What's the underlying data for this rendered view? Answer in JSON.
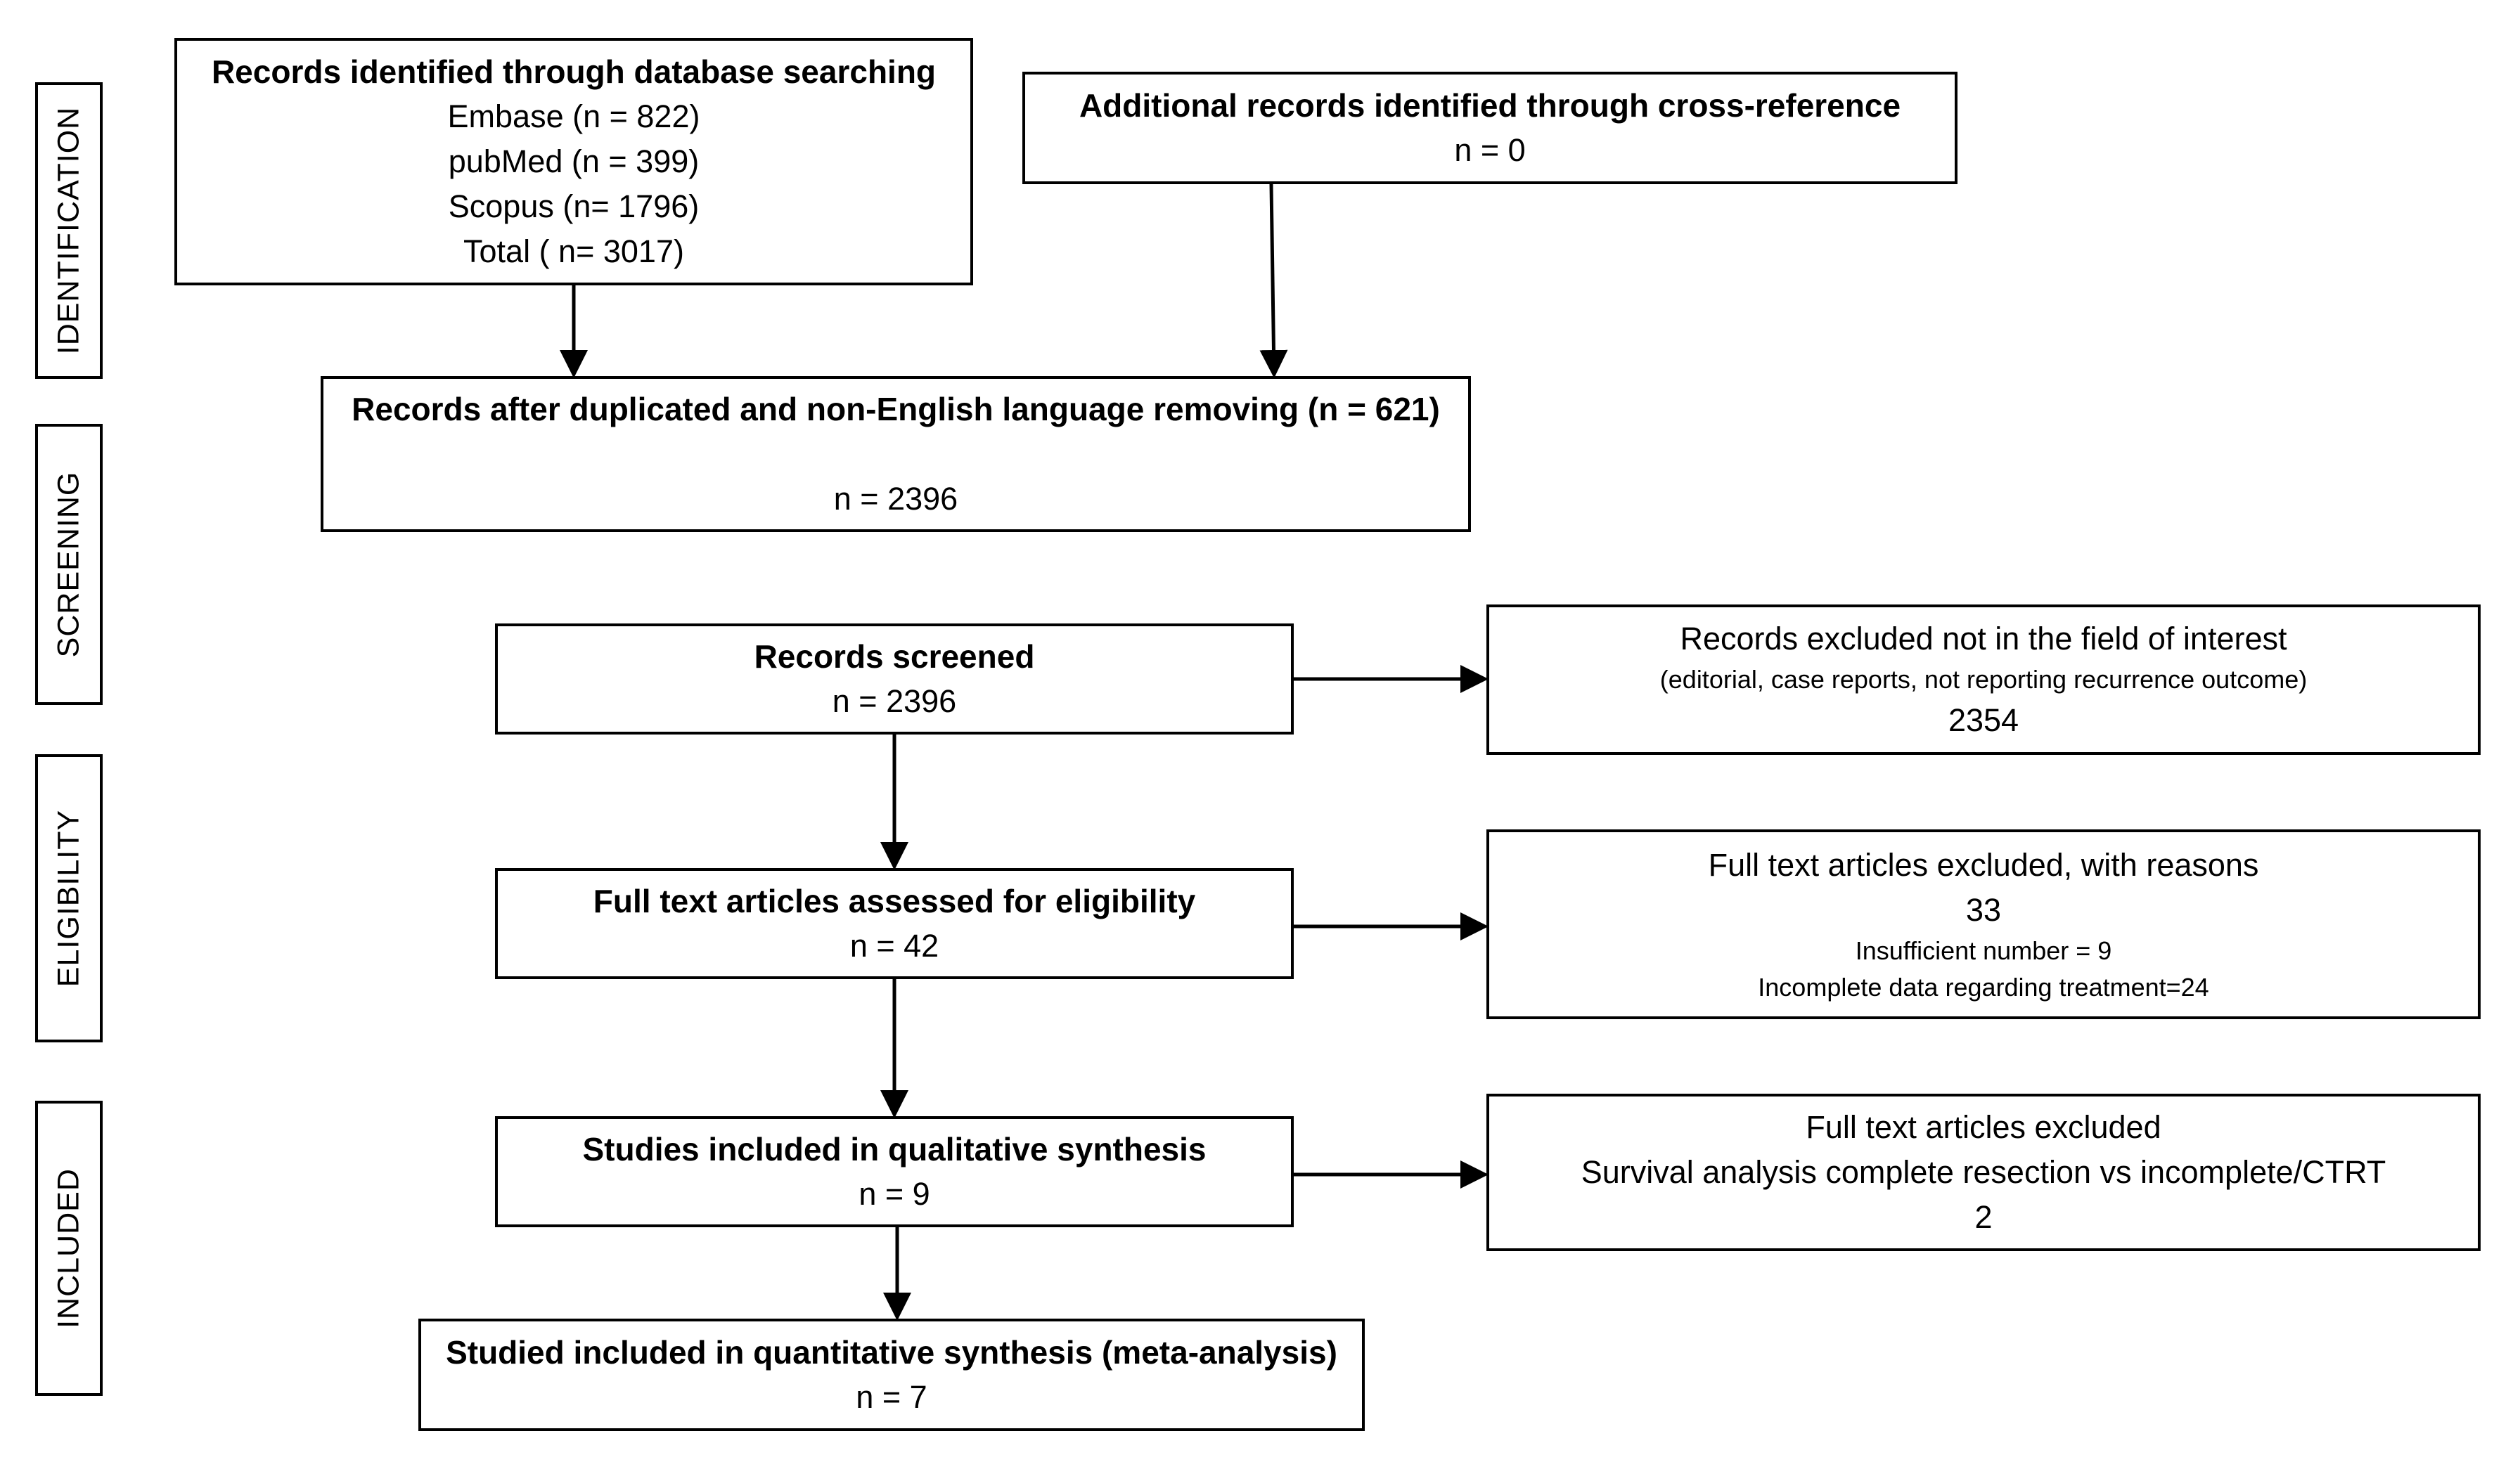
{
  "stages": {
    "identification": "IDENTIFICATION",
    "screening": "SCREENING",
    "eligibility": "ELIGIBILITY",
    "included": "INCLUDED"
  },
  "db_search": {
    "title": "Records identified through database searching",
    "lines": [
      "Embase (n = 822)",
      "pubMed (n = 399)",
      "Scopus (n= 1796)",
      "Total ( n= 3017)"
    ]
  },
  "cross_ref": {
    "title": "Additional records identified through cross-reference",
    "count": "n = 0"
  },
  "dedup": {
    "title": "Records after duplicated and non-English language removing (n = 621)",
    "count": "n = 2396"
  },
  "screened": {
    "title": "Records screened",
    "count": "n = 2396"
  },
  "excluded_interest": {
    "title": "Records excluded not in the field of interest",
    "detail": "(editorial, case reports, not reporting recurrence outcome)",
    "count": "2354"
  },
  "fulltext": {
    "title": "Full text articles assessed for eligibility",
    "count": "n = 42"
  },
  "excluded_reasons": {
    "title": "Full text articles excluded, with reasons",
    "count": "33",
    "reason1": "Insufficient number = 9",
    "reason2": "Incomplete data regarding treatment=24"
  },
  "qualitative": {
    "title": "Studies included in qualitative synthesis",
    "count": "n = 9"
  },
  "excluded_survival": {
    "title": "Full text articles excluded",
    "detail": "Survival analysis complete resection vs incomplete/CTRT",
    "count": "2"
  },
  "quantitative": {
    "title": "Studied included in quantitative synthesis (meta-analysis)",
    "count": "n = 7"
  }
}
